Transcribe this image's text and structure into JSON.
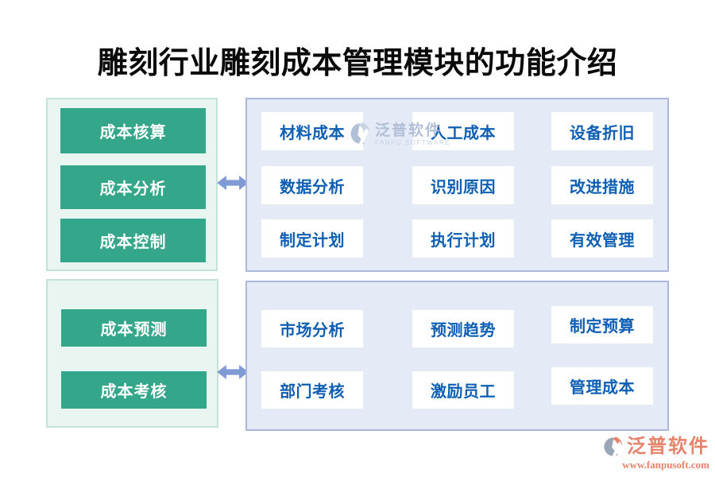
{
  "title": "雕刻行业雕刻成本管理模块的功能介绍",
  "watermark": {
    "brand": "泛普软件",
    "sub": "FANPU SOFTWARE"
  },
  "footer": {
    "brand": "泛普软件",
    "website": "www.fanpusoft.com"
  },
  "colors": {
    "category_green": "#34a78b",
    "green_panel_bg": "#e9f5f1",
    "green_panel_border": "#c3e3d8",
    "blue_panel_bg": "#e4ebf7",
    "blue_panel_border": "#a9b8dc",
    "feature_text_blue": "#0e5fb4",
    "arrow_blue": "#7f9ad5",
    "brand_coral": "#e8836b",
    "title_black": "#0a0a0a"
  },
  "sections": [
    {
      "left_items": [
        "成本核算",
        "成本分析",
        "成本控制"
      ],
      "right_rows": [
        [
          "材料成本",
          "人工成本",
          "设备折旧"
        ],
        [
          "数据分析",
          "识别原因",
          "改进措施"
        ],
        [
          "制定计划",
          "执行计划",
          "有效管理"
        ]
      ]
    },
    {
      "left_items": [
        "成本预测",
        "成本考核"
      ],
      "right_rows": [
        [
          "市场分析",
          "预测趋势",
          "制定预算"
        ],
        [
          "部门考核",
          "激励员工",
          "管理成本"
        ]
      ]
    }
  ]
}
